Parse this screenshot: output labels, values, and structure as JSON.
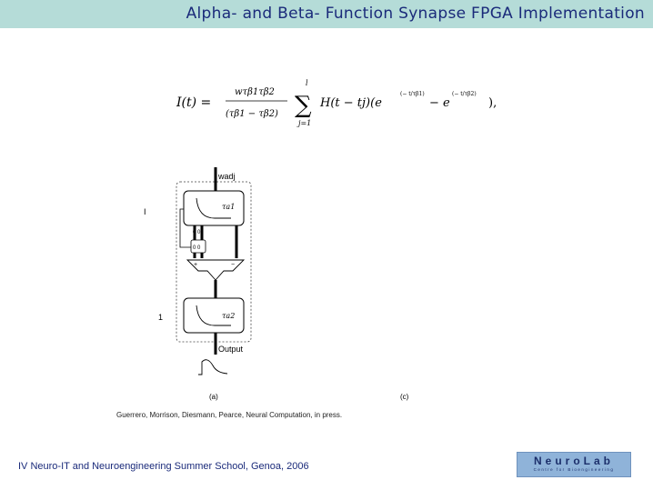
{
  "header": {
    "title": "Alpha- and Beta- Function Synapse FPGA Implementation"
  },
  "formula": {
    "lhs": "I(t) =",
    "numerator": "wτβ1τβ2",
    "denominator": "(τβ1 − τβ2)",
    "sum_upper": "l",
    "sum_lower": "j=1",
    "body": "H(t − tj)(e",
    "body_mid": "− e",
    "body_end": "),",
    "exp1": "(− t/τβ1)",
    "exp2": "(− t/τβ2)"
  },
  "diagram": {
    "weight_label": "wadj",
    "tau1_label": "τa1",
    "tau2_label": "τa2",
    "input_label_1": "I",
    "input_label_2": "1",
    "mux_top": "0 0",
    "mux_bottom": "0 0",
    "plus": "+",
    "minus": "−",
    "output_label": "Output",
    "caption_a": "(a)",
    "caption_c": "(c)"
  },
  "citation": "Guerrero, Morrison, Diesmann, Pearce, Neural Computation, in press.",
  "footer": {
    "event": "IV Neuro-IT and Neuroengineering Summer School, Genoa, 2006"
  },
  "logo": {
    "name": "NeuroLab",
    "subtitle": "Centre for Bioengineering"
  }
}
